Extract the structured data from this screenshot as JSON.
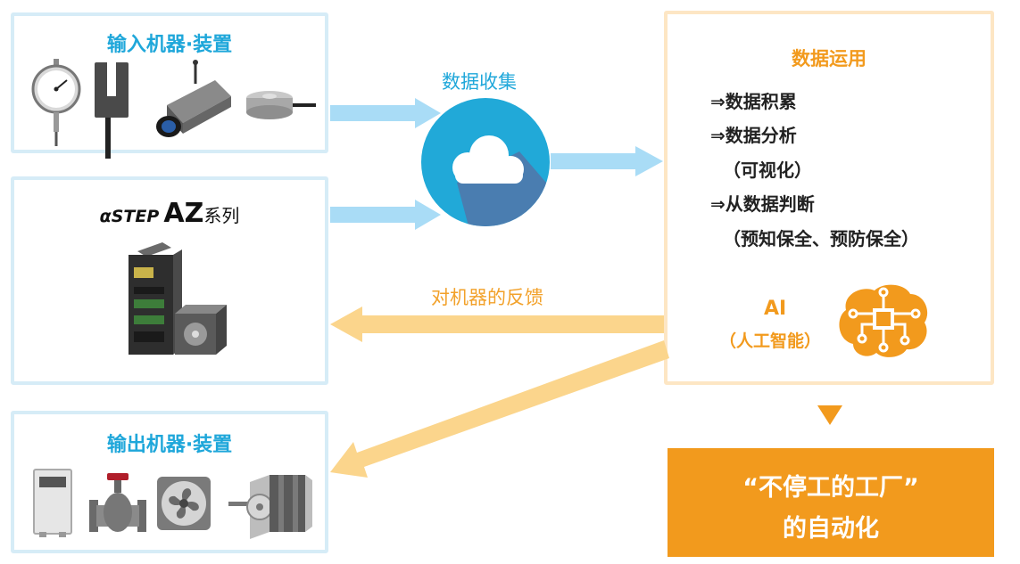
{
  "input_box": {
    "title": "输入机器·装置"
  },
  "az_box": {
    "brand": "αSTEP",
    "model": "AZ",
    "suffix": "系列"
  },
  "output_box": {
    "title": "输出机器·装置"
  },
  "arrows": {
    "collect_label": "数据收集",
    "feedback_label": "对机器的反馈"
  },
  "usage_box": {
    "title": "数据运用",
    "lines": [
      "⇒数据积累",
      "⇒数据分析",
      "（可视化）",
      "⇒从数据判断",
      "（预知保全、预防保全）"
    ],
    "ai_title": "AI",
    "ai_sub": "（人工智能）"
  },
  "result_box": {
    "line1": "“不停工的工厂”",
    "line2": "的自动化"
  },
  "colors": {
    "blue": "#1fa7da",
    "light_blue_arrow": "#a9dcf6",
    "orange": "#f29a1d",
    "light_orange_arrow": "#fbd58c",
    "box_border_blue": "#d6ecf7",
    "box_border_orange": "#fde6c4"
  },
  "icons": [
    "dial-gauge-icon",
    "sensor-icon",
    "camera-icon",
    "load-cell-icon",
    "driver-motor-icon",
    "cloud-icon",
    "brain-chip-icon",
    "controller-icon",
    "valve-icon",
    "fan-icon",
    "motor-icon"
  ]
}
